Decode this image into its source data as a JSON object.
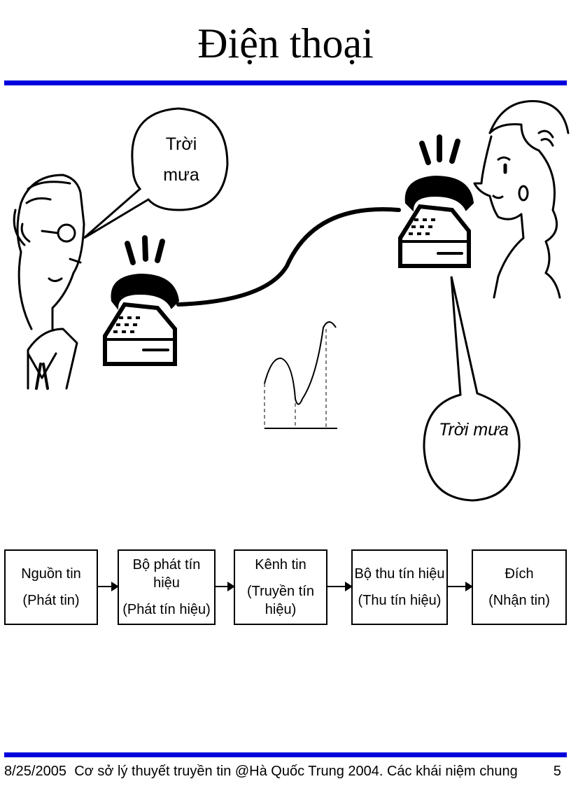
{
  "slide": {
    "title": "Điện thoại",
    "bubble_left": "Trời mưa",
    "bubble_right": "Trời mưa"
  },
  "flow": [
    {
      "line1": "Nguồn tin",
      "line2": "(Phát tin)"
    },
    {
      "line1": "Bộ phát tín hiệu",
      "line2": "(Phát tín hiệu)"
    },
    {
      "line1": "Kênh tin",
      "line2": "(Truyền tín hiệu)"
    },
    {
      "line1": "Bộ thu tín hiệu",
      "line2": "(Thu tín hiệu)"
    },
    {
      "line1": "Đích",
      "line2": "(Nhận tin)"
    }
  ],
  "footer": {
    "date": "8/25/2005",
    "center": "Cơ sở lý thuyết truyền tin @Hà Quốc Trung 2004. Các khái niệm chung",
    "page": "5"
  },
  "colors": {
    "rule": "#0000dd",
    "ink": "#000000"
  }
}
